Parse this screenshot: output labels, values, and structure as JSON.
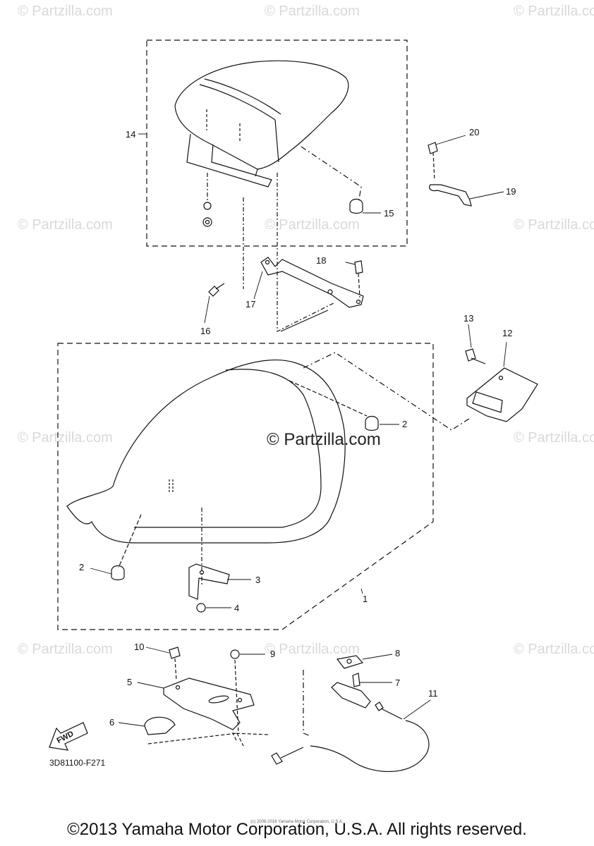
{
  "watermark": "© Partzilla.com",
  "center_watermark": "© Partzilla.com",
  "drawing_code": "3D81100-F271",
  "fwd_label": "FWD",
  "copyright": "©2013 Yamaha Motor Corporation, U.S.A. All rights reserved.",
  "fine_print": "(c) 2006-2016 Yamaha Motor Corporation, U.S.A.",
  "callouts": {
    "c1": "1",
    "c2a": "2",
    "c2b": "2",
    "c3": "3",
    "c4": "4",
    "c5": "5",
    "c6": "6",
    "c7": "7",
    "c8": "8",
    "c9": "9",
    "c10": "10",
    "c11": "11",
    "c12": "12",
    "c13": "13",
    "c14": "14",
    "c15": "15",
    "c16": "16",
    "c17": "17",
    "c18": "18",
    "c19": "19",
    "c20": "20"
  }
}
